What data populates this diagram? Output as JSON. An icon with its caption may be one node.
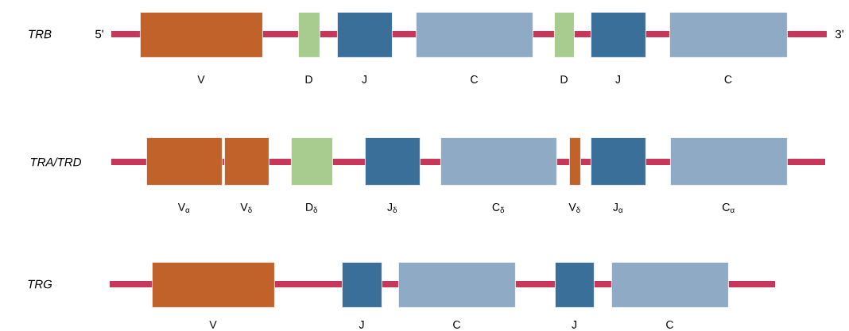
{
  "diagram": {
    "nodes": [
      {
        "text": [
          "V"
        ]
      },
      {
        "text": [
          "D"
        ]
      },
      {
        "text": [
          "J"
        ]
      },
      {
        "text": [
          "C"
        ]
      },
      {
        "text": [
          "D"
        ]
      },
      {
        "text": [
          "J"
        ]
      },
      {
        "text": [
          "C"
        ]
      },
      {
        "text": [
          "V$_{α}$"
        ]
      },
      {
        "text": [
          "V$_{δ}$"
        ]
      },
      {
        "text": [
          "D$_{δ}$"
        ]
      },
      {
        "text": [
          "J$_{δ}$"
        ]
      },
      {
        "text": [
          "C$_{δ}$"
        ]
      },
      {
        "text": [
          "V$_{δ}$"
        ]
      },
      {
        "text": [
          "J$_{α}$"
        ]
      },
      {
        "text": [
          "C$_{α}$"
        ]
      },
      {
        "text": [
          "V"
        ]
      },
      {
        "text": [
          "J"
        ]
      },
      {
        "text": [
          "C"
        ]
      },
      {
        "text": [
          "J"
        ]
      },
      {
        "text": [
          "C"
        ]
      }
    ],
    "labels": [
      "TRB",
      "5'",
      "3'",
      "TRA/TRD",
      "TRG"
    ]
  }
}
